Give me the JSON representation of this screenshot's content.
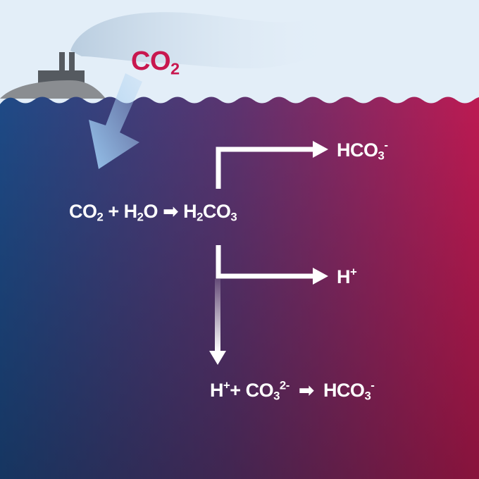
{
  "colors": {
    "sky": "#e3eef8",
    "ocean_left": "#1e4a86",
    "ocean_mid": "#5a3470",
    "ocean_right": "#c8174f",
    "ship": "#555a60",
    "co2_accent": "#c8174f",
    "text": "#ffffff"
  },
  "air_co2": {
    "base": "CO",
    "sub": "2"
  },
  "reaction": {
    "r1": {
      "base": "CO",
      "sub": "2"
    },
    "plus": "+",
    "r2a": "H",
    "r2sub": "2",
    "r2b": "O",
    "arrow": "➡",
    "p1a": "H",
    "p1sub": "2",
    "p1b": "CO",
    "p1sub2": "3"
  },
  "branch_top": {
    "base": "HCO",
    "sub": "3",
    "sup": "-"
  },
  "branch_mid": {
    "base": "H",
    "sup": "+"
  },
  "bottom": {
    "h": "H",
    "hsup": "+",
    "plus": "+",
    "co": "CO",
    "cosub": "3",
    "cosup": "2-",
    "arrow": "➡",
    "out": "HCO",
    "outsub": "3",
    "outsup": "-"
  }
}
